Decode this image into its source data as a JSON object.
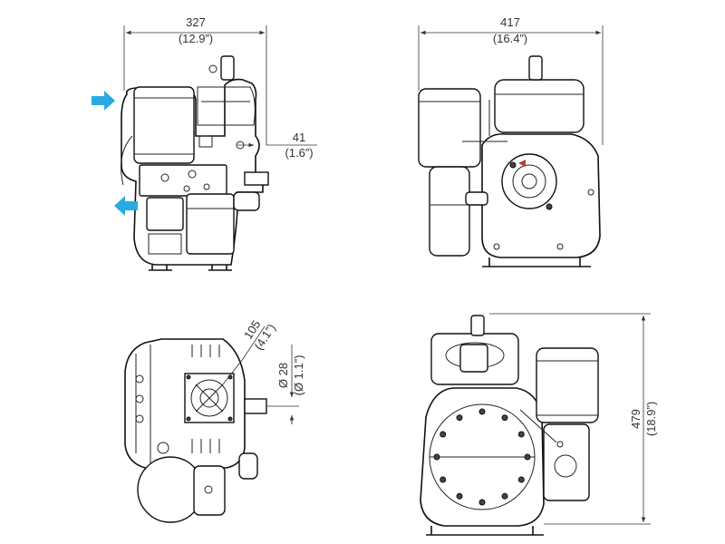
{
  "dimensions": {
    "side_width": {
      "value": "327",
      "imperial": "(12.9”)"
    },
    "front_width": {
      "value": "417",
      "imperial": "(16.4”)"
    },
    "shaft_protrusion": {
      "value": "41",
      "imperial": "(1.6”)"
    },
    "flange_size": {
      "value": "105",
      "imperial": "(4.1”)"
    },
    "shaft_diameter": {
      "value": "Ø 28",
      "imperial": "(Ø 1.1”)"
    },
    "height": {
      "value": "479",
      "imperial": "(18.9”)"
    }
  },
  "flow_arrows": {
    "inlet": {
      "direction": "right",
      "color": "#29abe2"
    },
    "outlet": {
      "direction": "left",
      "color": "#29abe2"
    }
  },
  "views": [
    "side-view",
    "front-view",
    "top-view",
    "rear-view"
  ]
}
